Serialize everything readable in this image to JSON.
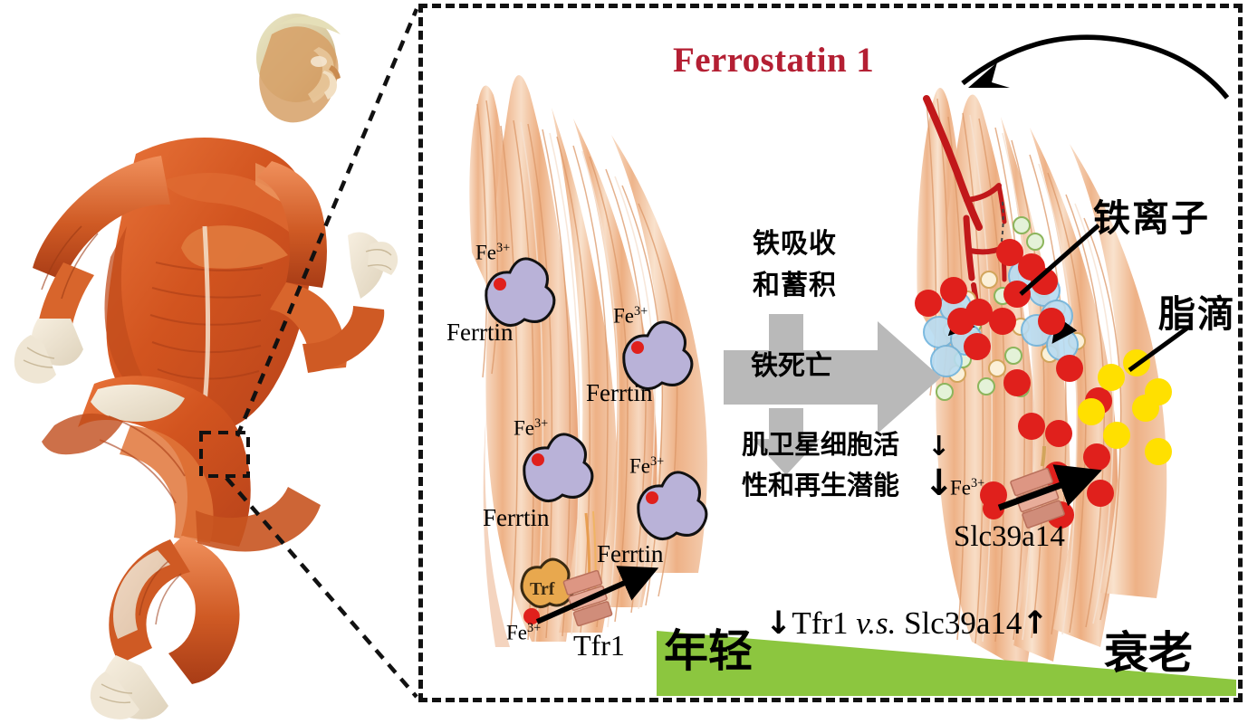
{
  "figure": {
    "domain": "scientific-schematic",
    "title_text": "Ferrostatin 1",
    "title_color": "#b41f33",
    "panel_border_style": "dashed-black"
  },
  "left_illustration": {
    "name": "running-human-muscle-anatomy",
    "callout_box_label": "",
    "description_visible_text": ""
  },
  "young_muscle": {
    "label": "年轻",
    "ferrtin_items": [
      {
        "ion": "Fe",
        "charge": "3+",
        "protein": "Ferrtin"
      },
      {
        "ion": "Fe",
        "charge": "3+",
        "protein": "Ferrtin"
      },
      {
        "ion": "Fe",
        "charge": "3+",
        "protein": "Ferrtin"
      },
      {
        "ion": "Fe",
        "charge": "3+",
        "protein": "Ferrtin"
      }
    ],
    "transporter": {
      "name": "Tfr1",
      "ligand": "Trf",
      "ion": "Fe",
      "charge": "3+"
    }
  },
  "aged_muscle": {
    "label": "衰老",
    "annotations": [
      {
        "text": "铁离子",
        "points_to": "red-iron-ion-dots"
      },
      {
        "text": "脂滴",
        "points_to": "yellow-lipid-droplet-dots"
      }
    ],
    "transporter": {
      "name": "Slc39a14",
      "ion": "Fe",
      "charge": "3+"
    }
  },
  "center_flow": {
    "top_text_line1": "铁吸收",
    "top_text_line2": "和蓄积",
    "arrow_text": "铁死亡",
    "bottom_text_line1": "肌卫星细胞活",
    "bottom_text_line2": "性和再生潜能",
    "bottom_arrow_glyph": "↓",
    "arrow_color": "#b9b9b9"
  },
  "bottom_axis": {
    "down_glyph": "↓",
    "gene_left": "Tfr1",
    "vs": "v.s.",
    "gene_right": "Slc39a14",
    "up_glyph": "↑",
    "left_label": "年轻",
    "right_label": "衰老",
    "wedge_color": "#8cc63f"
  },
  "colors": {
    "muscle_fiber": "#f4c6a2",
    "muscle_fiber_dark": "#e2a177",
    "iron_ion_red": "#e0201c",
    "lipid_yellow": "#ffe000",
    "ferrtin_purple": "#b9b2d8",
    "blood_vessel_red": "#c1181a",
    "satellite_blue": "#b8dcf2",
    "transporter_pink": "#dd9683",
    "title_red": "#b41f33",
    "gray_arrow": "#b9b9b9",
    "green_wedge": "#8cc63f"
  }
}
